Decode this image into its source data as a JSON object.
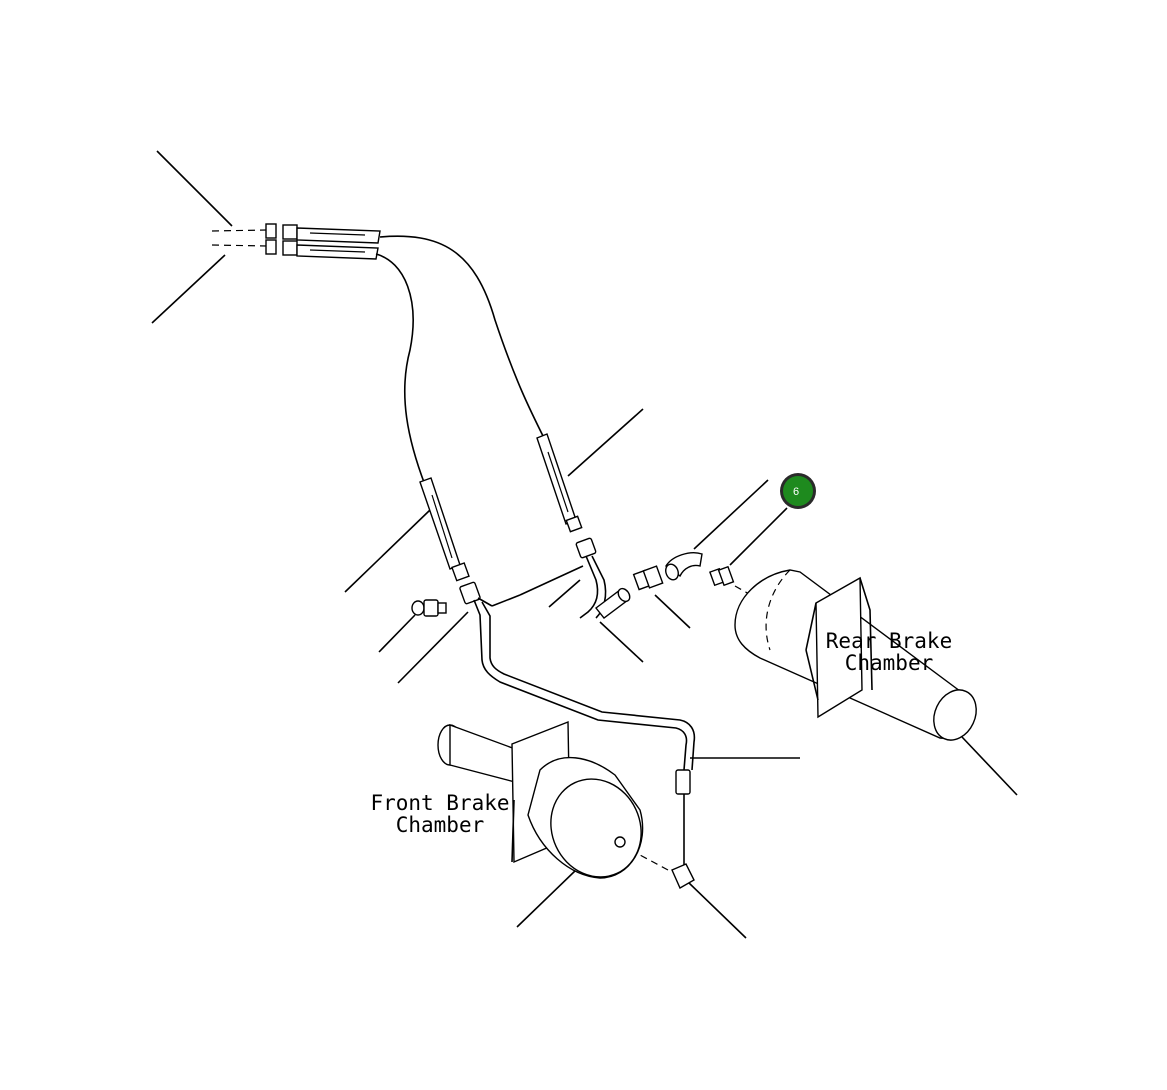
{
  "labels": {
    "rear_brake_chamber": [
      "Rear Brake",
      "Chamber"
    ],
    "front_brake_chamber": [
      "Front Brake",
      "Chamber"
    ]
  },
  "callout": {
    "number": "6",
    "color": "#1e8a1e"
  }
}
